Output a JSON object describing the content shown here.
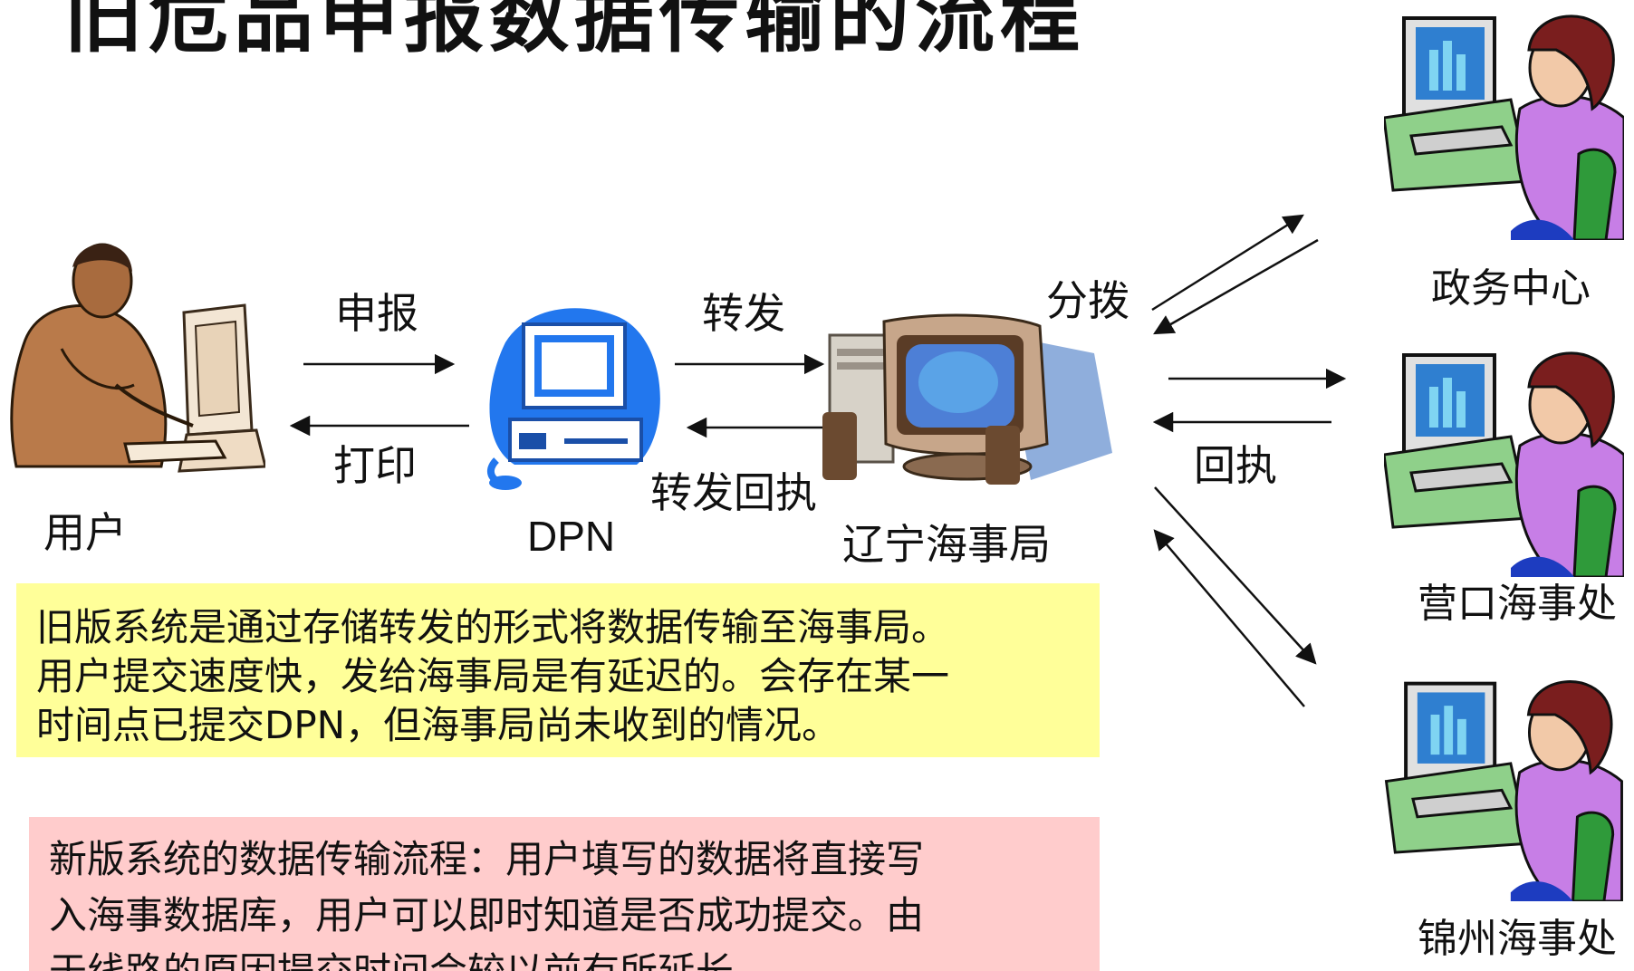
{
  "title": "旧危品申报数据传输的流程",
  "nodes": {
    "user": "用户",
    "dpn": "DPN",
    "liaoning": "辽宁海事局",
    "zhengwu": "政务中心",
    "yingkou": "营口海事处",
    "jinzhou": "锦州海事处"
  },
  "edges": {
    "declare": "申报",
    "print": "打印",
    "forward": "转发",
    "forward_receipt": "转发回执",
    "distribute": "分拨",
    "receipt": "回执"
  },
  "notes": {
    "old_system": [
      "旧版系统是通过存储转发的形式将数据传输至海事局。",
      "用户提交速度快，发给海事局是有延迟的。会存在某一",
      "时间点已提交DPN，但海事局尚未收到的情况。"
    ],
    "new_system": [
      "新版系统的数据传输流程：用户填写的数据将直接写",
      "入海事数据库，用户可以即时知道是否成功提交。由",
      "于线路的原因提交时间会较以前有所延长。"
    ]
  },
  "colors": {
    "old_note_bg": "#ffff99",
    "new_note_bg": "#ffcccc",
    "dpn_blue": "#2277ee"
  },
  "icons": [
    "businessman-at-computer-icon",
    "dpn-computer-icon",
    "desktop-pc-icon",
    "woman-at-computer-icon"
  ]
}
